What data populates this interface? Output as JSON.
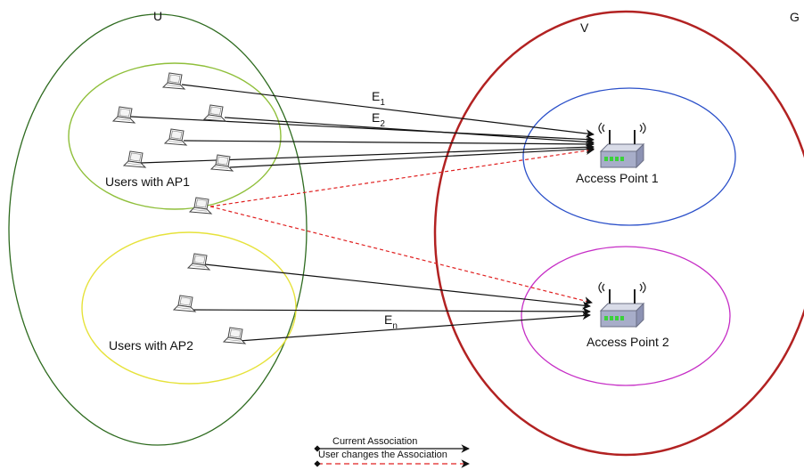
{
  "sets": {
    "u_label": "U",
    "v_label": "V",
    "g_label": "G"
  },
  "groups": {
    "ap1_users_label": "Users with AP1",
    "ap2_users_label": "Users with AP2"
  },
  "access_points": [
    {
      "label": "Access Point 1",
      "icon": "wifi-router-icon"
    },
    {
      "label": "Access Point 2",
      "icon": "wifi-router-icon"
    }
  ],
  "edges": {
    "e1": {
      "base": "E",
      "sub": "1"
    },
    "e2": {
      "base": "E",
      "sub": "2"
    },
    "en": {
      "base": "E",
      "sub": "n"
    }
  },
  "legend": {
    "current": "Current Association",
    "changes": "User changes the Association"
  },
  "colors": {
    "set_u": "#2e6b1f",
    "set_v": "#b22222",
    "group_ap1": "#8fbf3a",
    "group_ap2": "#e6e23a",
    "ap1_circle": "#2a4fc9",
    "ap2_circle": "#c62ec6",
    "solid_edge": "#111111",
    "dashed_edge": "#e02020",
    "laptop_icon": "laptop-icon"
  }
}
